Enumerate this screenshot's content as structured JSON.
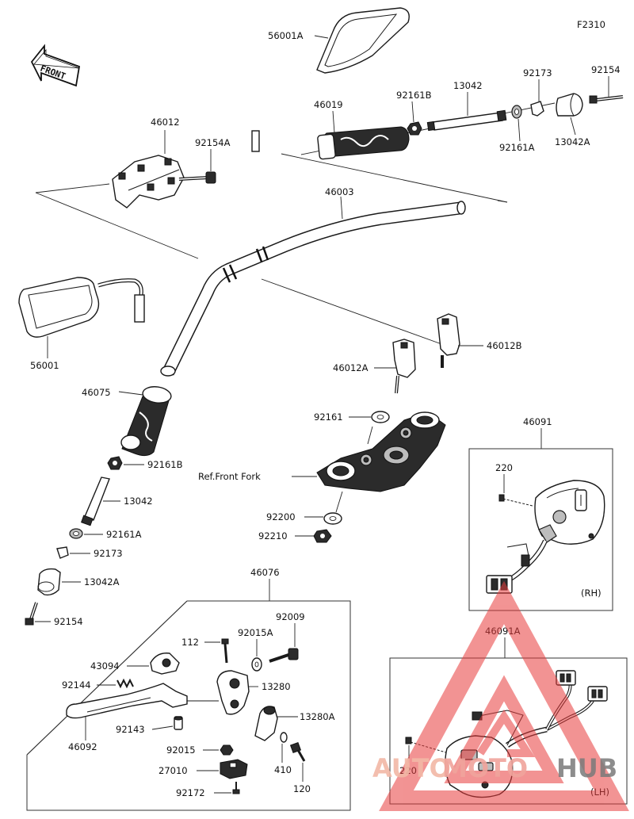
{
  "diagram_code": "F2310",
  "front_label": "FRONT",
  "side_labels": {
    "rh": "(RH)",
    "lh": "(LH)"
  },
  "watermark": {
    "part1": "AUTO",
    "part2": "MOTO",
    "part3": "HUB"
  },
  "labels": {
    "mirror_rh": "56001A",
    "bar_end_bolt_rh": "92154",
    "collar_rh": "92173",
    "weight_rh": "13042A",
    "nut_rh_a": "92161A",
    "shaft_rh": "13042",
    "nut_rh_b": "92161B",
    "grip_rh": "46019",
    "holder_upper": "46012",
    "bolt_holder": "92154A",
    "handlebar": "46003",
    "mirror_lh": "56001",
    "grip_lh": "46075",
    "nut_lh_b": "92161B",
    "shaft_lh": "13042",
    "nut_lh_a": "92161A",
    "collar_lh": "92173",
    "weight_lh": "13042A",
    "bar_end_bolt_lh": "92154",
    "holder_b": "46012B",
    "holder_a": "46012A",
    "washer_92161": "92161",
    "front_fork_ref": "Ref.Front Fork",
    "washer_92200": "92200",
    "nut_92210": "92210",
    "switch_rh_assy": "46091",
    "screw_220_rh": "220",
    "lever_assy": "46076",
    "screw_112": "112",
    "washer_92015a": "92015A",
    "bolt_92009": "92009",
    "bracket_43094": "43094",
    "spring_92144": "92144",
    "bracket_13280": "13280",
    "bracket_13280a": "13280A",
    "pin_92143": "92143",
    "lever_46092": "46092",
    "nut_92015": "92015",
    "washer_410": "410",
    "switch_27010": "27010",
    "bolt_120": "120",
    "screw_92172": "92172",
    "switch_lh_assy": "46091A",
    "screw_220_lh": "220"
  }
}
